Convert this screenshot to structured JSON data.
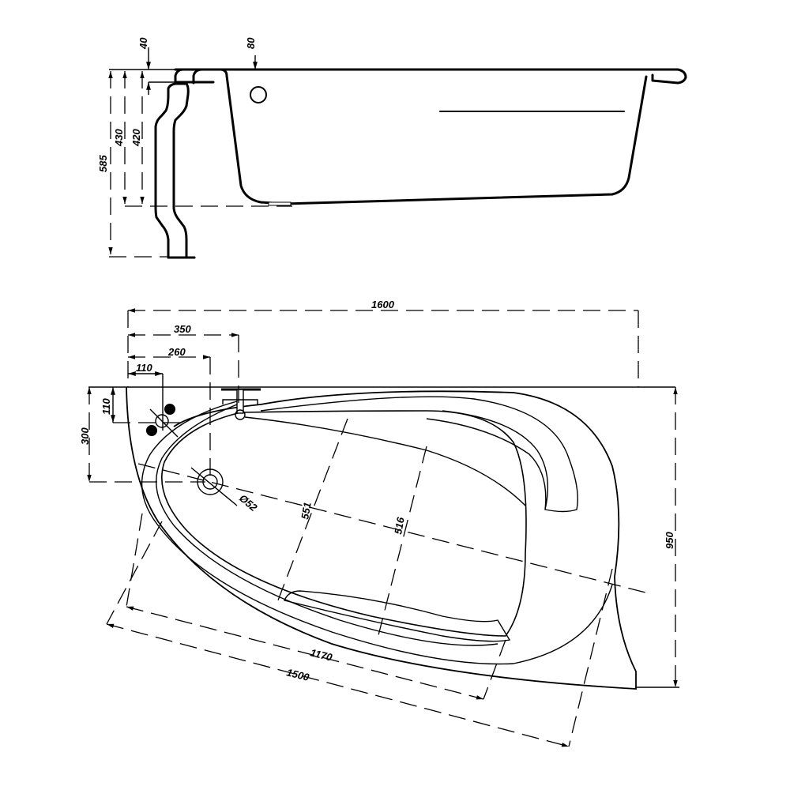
{
  "side_view": {
    "dims": {
      "rim": "40",
      "overflow": "80",
      "total_height": "585",
      "height_a": "430",
      "height_b": "420"
    }
  },
  "top_view": {
    "dims": {
      "length": "1600",
      "tap_350": "350",
      "tap_260": "260",
      "tap_110": "110",
      "vertical_110": "110",
      "vertical_300": "300",
      "drain": "Ø52",
      "inner_width_a": "551",
      "inner_width_b": "516",
      "width": "950",
      "inner_length": "1170",
      "outer_length": "1500"
    }
  }
}
